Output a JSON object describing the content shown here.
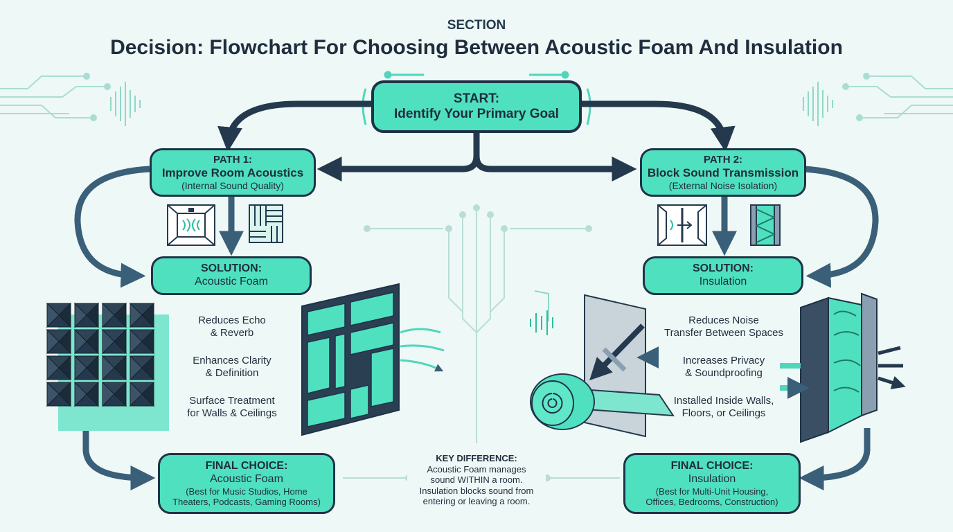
{
  "header": {
    "section_label": "SECTION",
    "title": "Decision: Flowchart For Choosing Between Acoustic Foam And Insulation"
  },
  "start": {
    "line1": "START:",
    "line2": "Identify Your Primary Goal"
  },
  "path1": {
    "label": "PATH 1:",
    "title": "Improve Room Acoustics",
    "subtitle": "(Internal Sound Quality)"
  },
  "path2": {
    "label": "PATH 2:",
    "title": "Block Sound Transmission",
    "subtitle": "(External Noise Isolation)"
  },
  "solution_foam": {
    "label": "SOLUTION:",
    "title": "Acoustic Foam"
  },
  "solution_insulation": {
    "label": "SOLUTION:",
    "title": "Insulation"
  },
  "foam_benefits": [
    {
      "line1": "Reduces Echo",
      "line2": "& Reverb"
    },
    {
      "line1": "Enhances Clarity",
      "line2": "& Definition"
    },
    {
      "line1": "Surface Treatment",
      "line2": "for Walls & Ceilings"
    }
  ],
  "insulation_benefits": [
    {
      "line1": "Reduces Noise",
      "line2": "Transfer Between Spaces"
    },
    {
      "line1": "Increases Privacy",
      "line2": "& Soundproofing"
    },
    {
      "line1": "Installed Inside Walls,",
      "line2": "Floors, or Ceilings"
    }
  ],
  "final_foam": {
    "label": "FINAL CHOICE:",
    "title": "Acoustic Foam",
    "detail1": "(Best for Music Studios, Home",
    "detail2": "Theaters, Podcasts, Gaming Rooms)"
  },
  "final_insulation": {
    "label": "FINAL CHOICE:",
    "title": "Insulation",
    "detail1": "(Best for Multi-Unit Housing,",
    "detail2": "Offices, Bedrooms, Construction)"
  },
  "key_difference": {
    "label": "KEY DIFFERENCE:",
    "line1": "Acoustic Foam manages",
    "line2": "sound WITHIN a room.",
    "line3": "Insulation blocks sound from",
    "line4": "entering or leaving a room."
  },
  "colors": {
    "accent": "#4fe0c0",
    "outline": "#1f3347",
    "arrow": "#3a5f78",
    "background": "#eef8f6"
  },
  "icons": [
    "room-reflection-icon",
    "foam-texture-icon",
    "sound-block-icon",
    "insulation-wall-icon",
    "foam-tile-grid-icon",
    "foam-panel-icon",
    "insulation-roll-icon",
    "wall-cross-section-icon"
  ]
}
